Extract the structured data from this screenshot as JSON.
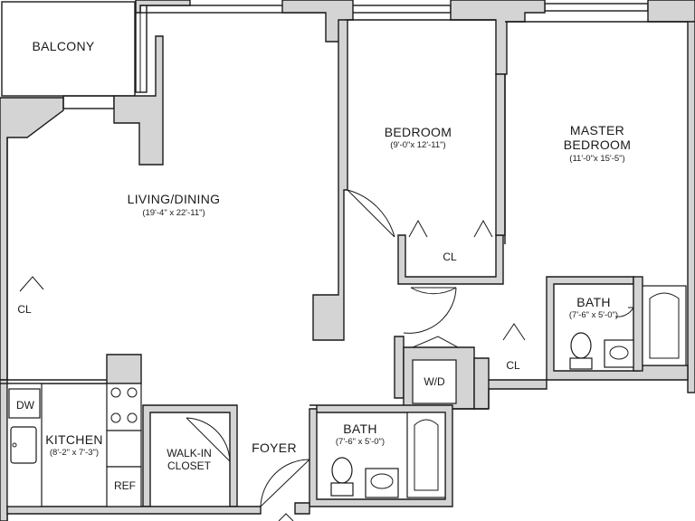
{
  "rooms": {
    "balcony": {
      "name": "BALCONY"
    },
    "living": {
      "name": "LIVING/DINING",
      "dim": "(19'-4\" x 22'-11\")"
    },
    "bedroom": {
      "name": "BEDROOM",
      "dim": "(9'-0\"x 12'-11\")"
    },
    "master": {
      "name1": "MASTER",
      "name2": "BEDROOM",
      "dim": "(11'-0\"x 15'-5\")"
    },
    "bath_master": {
      "name": "BATH",
      "dim": "(7'-6\" x 5'-0\")"
    },
    "bath_main": {
      "name": "BATH",
      "dim": "(7'-6\" x 5'-0\")"
    },
    "kitchen": {
      "name": "KITCHEN",
      "dim": "(8'-2\" x 7'-3\")"
    },
    "walkin": {
      "line1": "WALK-IN",
      "line2": "CLOSET"
    },
    "foyer": {
      "name": "FOYER"
    }
  },
  "closets": {
    "living": "CL",
    "bedroom": "CL",
    "master": "CL"
  },
  "appliances": {
    "dishwasher": "DW",
    "refrigerator": "REF",
    "washer_dryer": "W/D"
  }
}
